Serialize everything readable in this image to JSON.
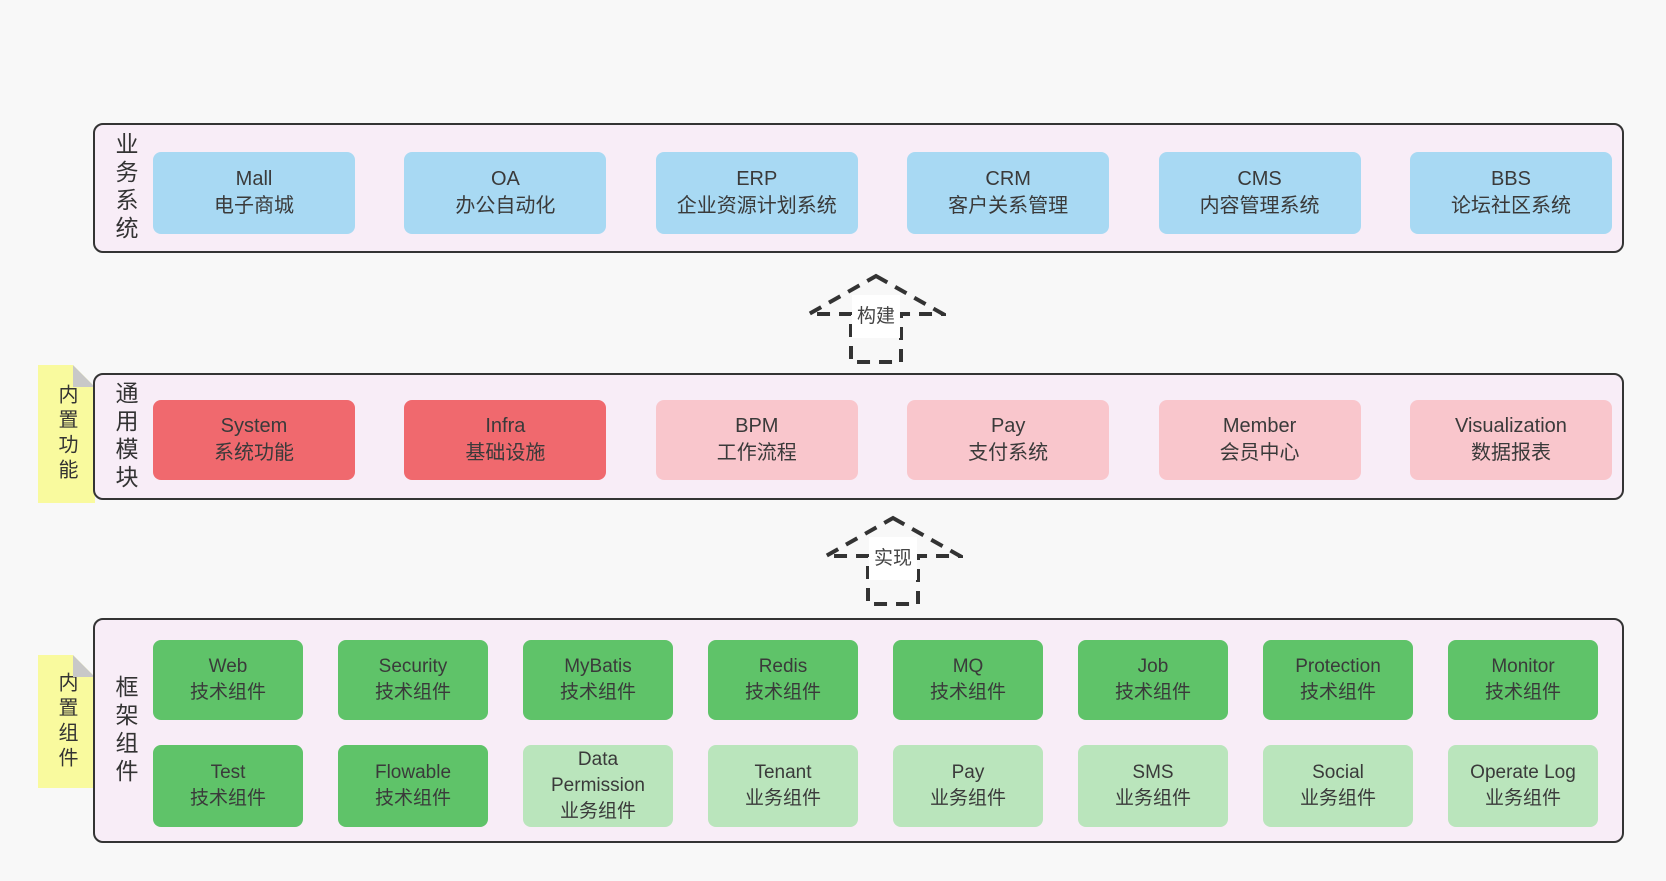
{
  "colors": {
    "page_bg": "#f8f8f8",
    "panel_bg": "#f8edf7",
    "panel_border": "#343434",
    "blue_box": "#a8d9f3",
    "red_box": "#f0696e",
    "pink_box": "#f9c6cc",
    "green_box": "#5fc369",
    "light_green_box": "#bae5bc",
    "sticky_note": "#f9fa9e",
    "note_fold": "#c8c8c8",
    "text": "#3a3a3a"
  },
  "arrows": {
    "build": "构建",
    "implement": "实现"
  },
  "panels": {
    "business": {
      "title": "业务系统",
      "items": [
        {
          "name": "Mall",
          "desc": "电子商城"
        },
        {
          "name": "OA",
          "desc": "办公自动化"
        },
        {
          "name": "ERP",
          "desc": "企业资源计划系统"
        },
        {
          "name": "CRM",
          "desc": "客户关系管理"
        },
        {
          "name": "CMS",
          "desc": "内容管理系统"
        },
        {
          "name": "BBS",
          "desc": "论坛社区系统"
        }
      ]
    },
    "modules": {
      "title": "通用模块",
      "note": "内置功能",
      "items": [
        {
          "name": "System",
          "desc": "系统功能",
          "variant": "red"
        },
        {
          "name": "Infra",
          "desc": "基础设施",
          "variant": "red"
        },
        {
          "name": "BPM",
          "desc": "工作流程",
          "variant": "pink"
        },
        {
          "name": "Pay",
          "desc": "支付系统",
          "variant": "pink"
        },
        {
          "name": "Member",
          "desc": "会员中心",
          "variant": "pink"
        },
        {
          "name": "Visualization",
          "desc": "数据报表",
          "variant": "pink"
        }
      ]
    },
    "components": {
      "title": "框架组件",
      "note": "内置组件",
      "row1": [
        {
          "name": "Web",
          "desc": "技术组件"
        },
        {
          "name": "Security",
          "desc": "技术组件"
        },
        {
          "name": "MyBatis",
          "desc": "技术组件"
        },
        {
          "name": "Redis",
          "desc": "技术组件"
        },
        {
          "name": "MQ",
          "desc": "技术组件"
        },
        {
          "name": "Job",
          "desc": "技术组件"
        },
        {
          "name": "Protection",
          "desc": "技术组件"
        },
        {
          "name": "Monitor",
          "desc": "技术组件"
        }
      ],
      "row2": [
        {
          "name": "Test",
          "desc": "技术组件",
          "variant": "green"
        },
        {
          "name": "Flowable",
          "desc": "技术组件",
          "variant": "green"
        },
        {
          "name": "Data Permission",
          "desc": "业务组件",
          "variant": "lightgreen"
        },
        {
          "name": "Tenant",
          "desc": "业务组件",
          "variant": "lightgreen"
        },
        {
          "name": "Pay",
          "desc": "业务组件",
          "variant": "lightgreen"
        },
        {
          "name": "SMS",
          "desc": "业务组件",
          "variant": "lightgreen"
        },
        {
          "name": "Social",
          "desc": "业务组件",
          "variant": "lightgreen"
        },
        {
          "name": "Operate Log",
          "desc": "业务组件",
          "variant": "lightgreen"
        }
      ]
    }
  }
}
